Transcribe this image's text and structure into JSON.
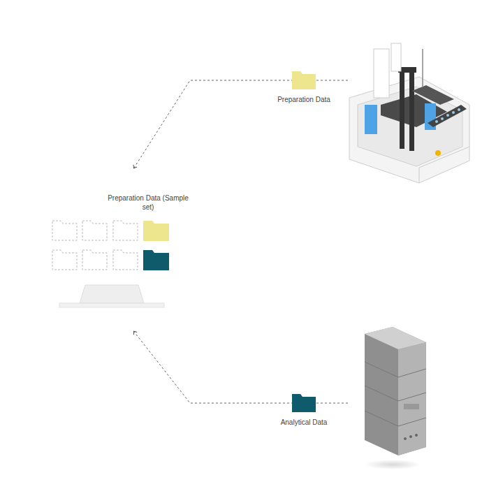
{
  "diagram": {
    "nodes": [
      {
        "text": [
          "Preparation Data (Sample set)"
        ]
      }
    ],
    "labels": [
      "Preparation Data",
      "Analytical Data"
    ]
  }
}
